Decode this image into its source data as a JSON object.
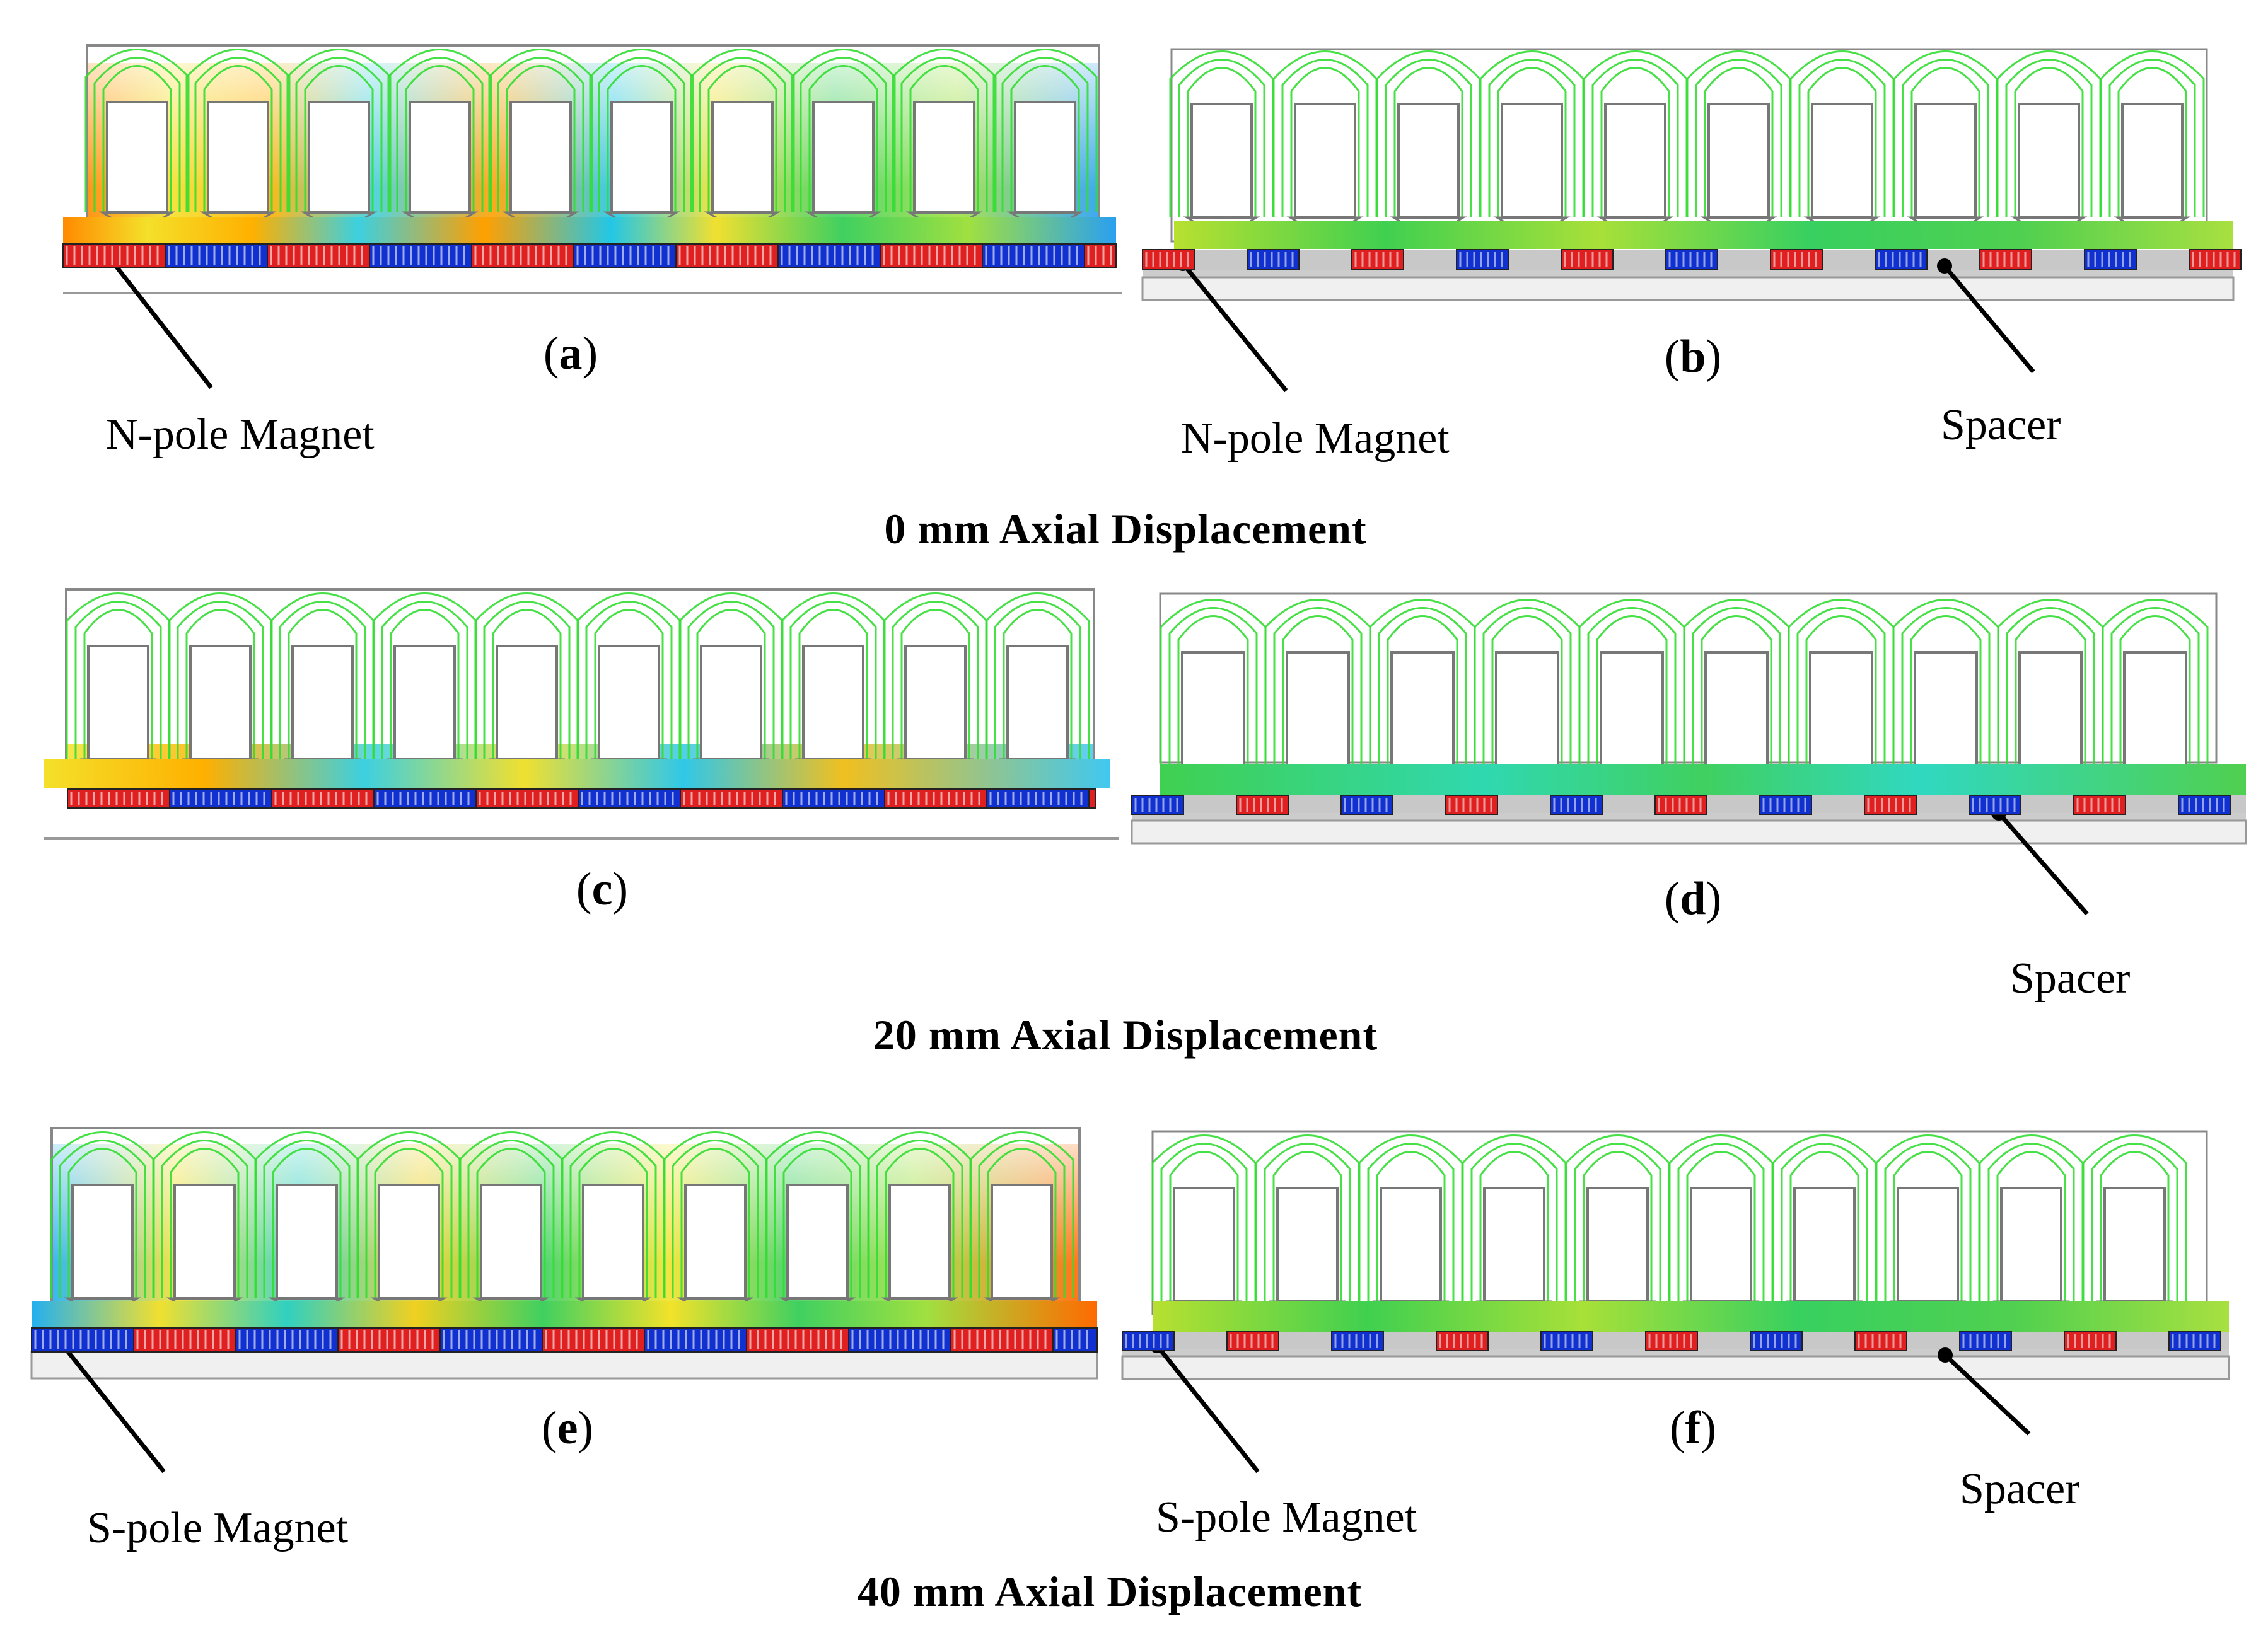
{
  "sections": [
    {
      "title": "0 mm Axial Displacement",
      "panels": [
        {
          "id": "a",
          "field": "strong",
          "polarity": "N",
          "callouts": [
            {
              "name": "n-pole-magnet",
              "text": "N-pole Magnet"
            }
          ]
        },
        {
          "id": "b",
          "field": "weak",
          "polarity": "N",
          "callouts": [
            {
              "name": "n-pole-magnet",
              "text": "N-pole Magnet"
            },
            {
              "name": "spacer",
              "text": "Spacer"
            }
          ]
        }
      ]
    },
    {
      "title": "20 mm Axial Displacement",
      "panels": [
        {
          "id": "c",
          "field": "shifted",
          "polarity": "mixed",
          "callouts": []
        },
        {
          "id": "d",
          "field": "weak",
          "polarity": "mixed",
          "callouts": [
            {
              "name": "spacer",
              "text": "Spacer"
            }
          ]
        }
      ]
    },
    {
      "title": "40 mm Axial Displacement",
      "panels": [
        {
          "id": "e",
          "field": "strong",
          "polarity": "S",
          "callouts": [
            {
              "name": "s-pole-magnet",
              "text": "S-pole Magnet"
            }
          ]
        },
        {
          "id": "f",
          "field": "weak",
          "polarity": "S",
          "callouts": [
            {
              "name": "s-pole-magnet",
              "text": "S-pole Magnet"
            },
            {
              "name": "spacer",
              "text": "Spacer"
            }
          ]
        }
      ]
    }
  ],
  "colors": {
    "flux_line": "#33dd33",
    "outline": "#888888",
    "n_pole": "#e02020",
    "s_pole": "#1030d0",
    "spacer": "#c8c8c8",
    "high": "#ff6a00",
    "mid": "#f2e22a",
    "low": "#22c7e6",
    "neutral": "#37d247"
  }
}
